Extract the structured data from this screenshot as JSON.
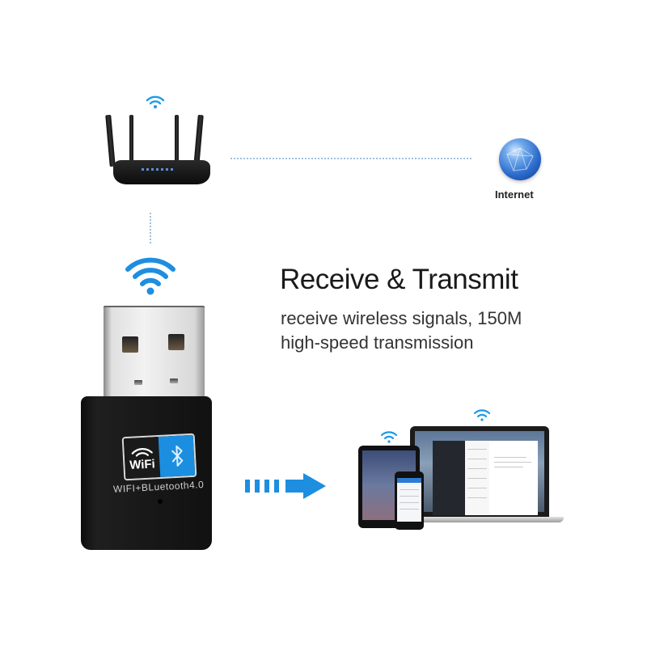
{
  "scene": {
    "headline": "Receive & Transmit",
    "subtitle_line1": "receive wireless signals, 150M",
    "subtitle_line2": "high-speed transmission",
    "internet_label": "Internet",
    "dongle_badge_wifi": "WiFi",
    "dongle_label": "WIFI+BLuetooth4.0"
  },
  "icons": {
    "router": "router-icon",
    "globe": "globe-icon",
    "wifi": "wifi-icon",
    "bluetooth": "bluetooth-icon",
    "arrow": "arrow-right-icon",
    "usb_adapter": "usb-adapter-icon"
  },
  "colors": {
    "accent_blue": "#1d8ee0",
    "text_dark": "#1a1a1a",
    "dotted_line": "#9fc0dc"
  }
}
